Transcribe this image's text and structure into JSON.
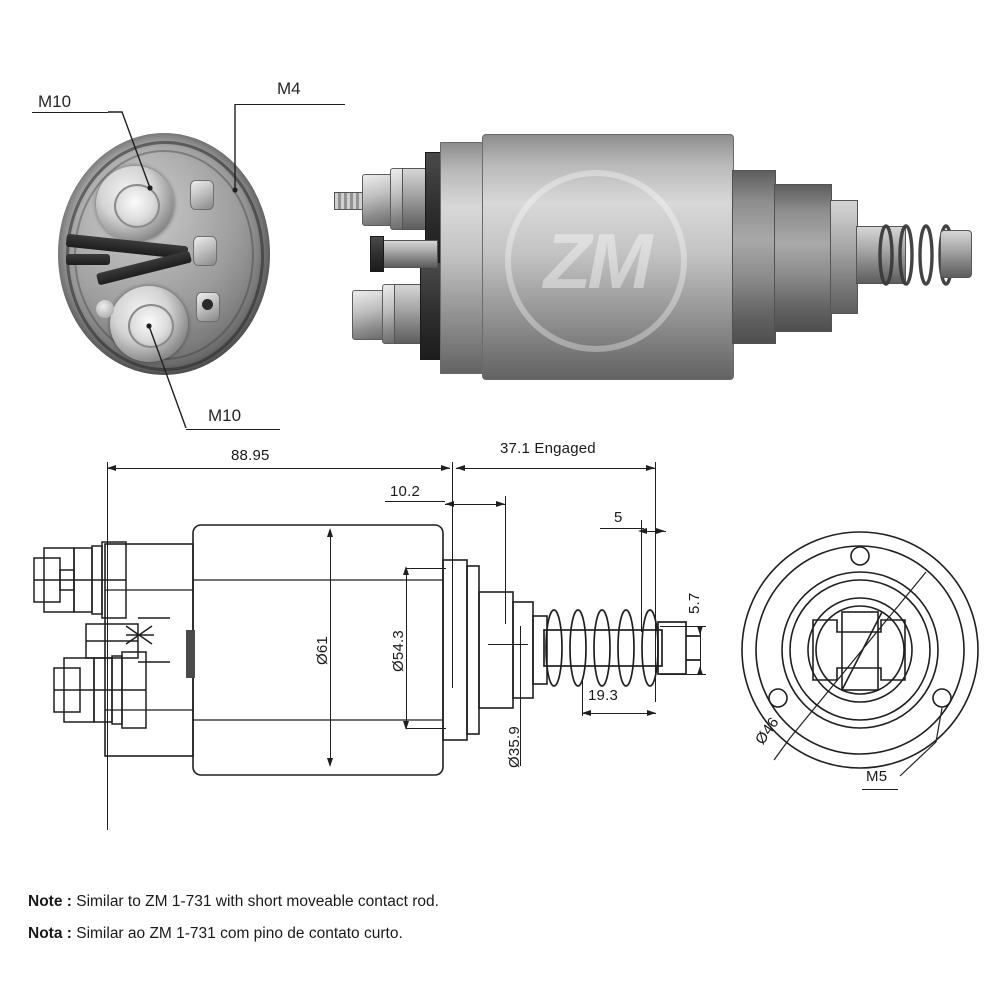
{
  "document": {
    "type": "technical-drawing",
    "subject": "Starter solenoid switch",
    "brand_watermark": "ZM"
  },
  "callouts": {
    "top_left_m10": "M10",
    "top_m4": "M4",
    "bottom_m10": "M10"
  },
  "dimensions": {
    "overall_length": "88.95",
    "engaged": "37.1 Engaged",
    "front_flange": "10.2",
    "plunger_tip": "5",
    "body_diameter": "Ø61",
    "flange_diameter": "Ø54.3",
    "nose_diameter": "Ø35.9",
    "plunger_step": "5.7",
    "spring_length": "19.3",
    "bolt_circle": "Ø46",
    "mount_thread": "M5"
  },
  "views": {
    "photo_front_face": "front-face-photo",
    "photo_side": "side-profile-photo",
    "section_side": "sectional-side-view",
    "section_end": "end-face-view"
  },
  "notes": [
    {
      "lang": "en",
      "label": "Note :",
      "text": "Similar to ZM 1-731 with short moveable contact rod."
    },
    {
      "lang": "pt",
      "label": "Nota :",
      "text": "Similar ao ZM 1-731 com pino de contato curto."
    }
  ],
  "colors": {
    "line": "#1f1f1f",
    "background": "#ffffff",
    "metal_light": "#d6d6d6",
    "metal_dark": "#4a4a4a"
  }
}
